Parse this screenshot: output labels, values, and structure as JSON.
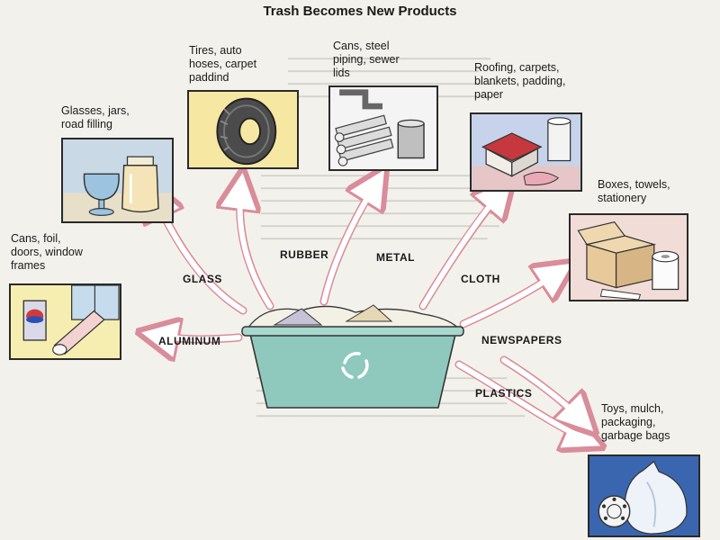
{
  "title": "Trash Becomes New Products",
  "materials": {
    "glass": "GLASS",
    "rubber": "RUBBER",
    "metal": "METAL",
    "cloth": "CLOTH",
    "aluminum": "ALUMINUM",
    "newspapers": "NEWSPAPERS",
    "plastics": "PLASTICS"
  },
  "products": {
    "glass": "Glasses, jars,\nroad filling",
    "rubber": "Tires, auto\nhoses, carpet\npaddind",
    "metal": "Cans, steel\npiping, sewer\nlids",
    "cloth": "Roofing, carpets,\nblankets, padding,\npaper",
    "aluminum": "Cans, foil,\ndoors, window\nframes",
    "newspapers": "Boxes, towels,\nstationery",
    "plastics": "Toys, mulch,\npackaging,\ngarbage bags"
  },
  "icons": {
    "glass": "glass-jars-icon",
    "rubber": "tire-icon",
    "metal": "pipes-and-can-icon",
    "cloth": "house-and-fabric-icon",
    "aluminum": "can-and-foil-icon",
    "newspapers": "box-and-towel-icon",
    "plastics": "garbage-bag-icon",
    "bin": "recycling-bin-icon"
  },
  "colors": {
    "arrow_stroke": "#d98c9a",
    "arrow_fill": "#ffffff",
    "bin": "#8fc9be",
    "panel_bg": "#c9d9e6"
  }
}
